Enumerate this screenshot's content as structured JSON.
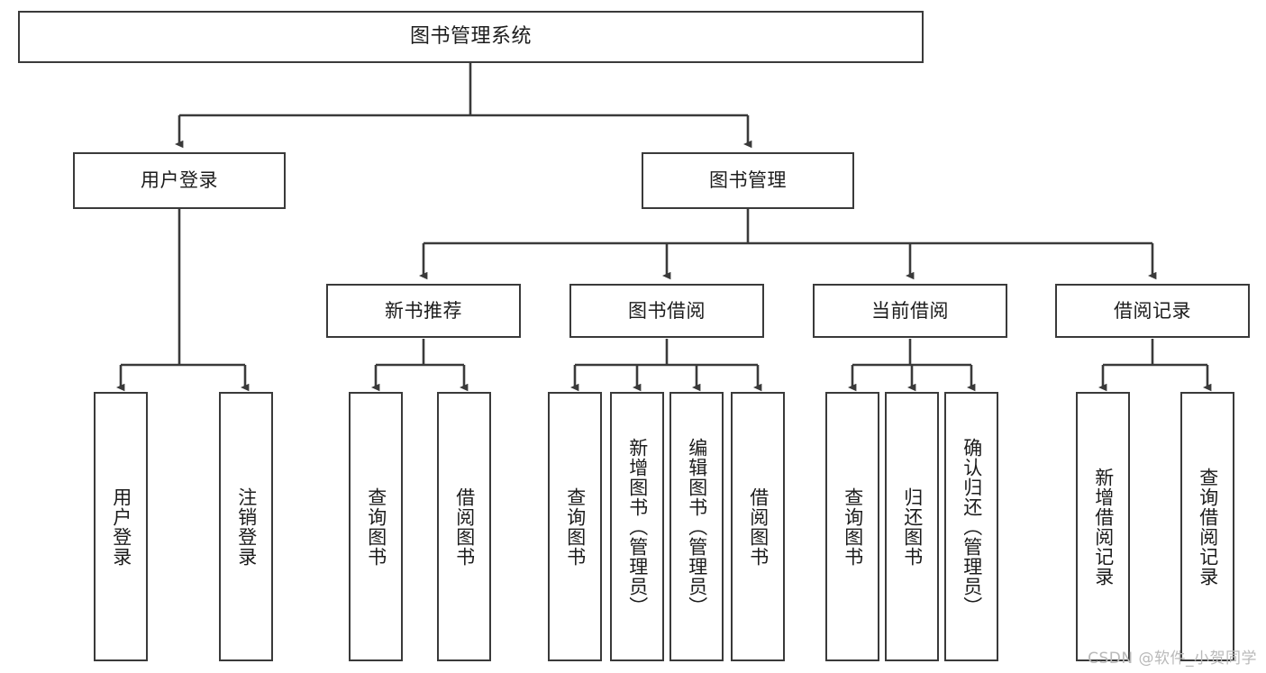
{
  "diagram": {
    "title_node": {
      "id": "root",
      "label": "图书管理系统"
    },
    "level2": [
      {
        "id": "user-login",
        "label": "用户登录"
      },
      {
        "id": "book-manage",
        "label": "图书管理"
      }
    ],
    "level3": [
      {
        "id": "new-book-recommend",
        "label": "新书推荐"
      },
      {
        "id": "book-borrow",
        "label": "图书借阅"
      },
      {
        "id": "current-borrow",
        "label": "当前借阅"
      },
      {
        "id": "borrow-record",
        "label": "借阅记录"
      }
    ],
    "leaves": {
      "user_login": [
        {
          "id": "leaf-user-login",
          "label": "用户登录"
        },
        {
          "id": "leaf-logout-login",
          "label": "注销登录"
        }
      ],
      "new_book_recommend": [
        {
          "id": "leaf-query-book-1",
          "label": "查询图书"
        },
        {
          "id": "leaf-borrow-book-1",
          "label": "借阅图书"
        }
      ],
      "book_borrow": [
        {
          "id": "leaf-query-book-2",
          "label": "查询图书"
        },
        {
          "id": "leaf-add-book",
          "label": "新增图书（管理员）"
        },
        {
          "id": "leaf-edit-book",
          "label": "编辑图书（管理员）"
        },
        {
          "id": "leaf-borrow-book-2",
          "label": "借阅图书"
        }
      ],
      "current_borrow": [
        {
          "id": "leaf-query-book-3",
          "label": "查询图书"
        },
        {
          "id": "leaf-return-book",
          "label": "归还图书"
        },
        {
          "id": "leaf-confirm-return",
          "label": "确认归还（管理员）"
        }
      ],
      "borrow_record": [
        {
          "id": "leaf-add-borrow-record",
          "label": "新增借阅记录"
        },
        {
          "id": "leaf-query-borrow-record",
          "label": "查询借阅记录"
        }
      ]
    }
  },
  "watermark": {
    "text": "CSDN @软件_小贺同学"
  },
  "colors": {
    "border": "#3a3a3a",
    "edge": "#3a3a3a",
    "background": "#ffffff",
    "text": "#1c1c1c",
    "watermark": "#b9b9b9"
  }
}
